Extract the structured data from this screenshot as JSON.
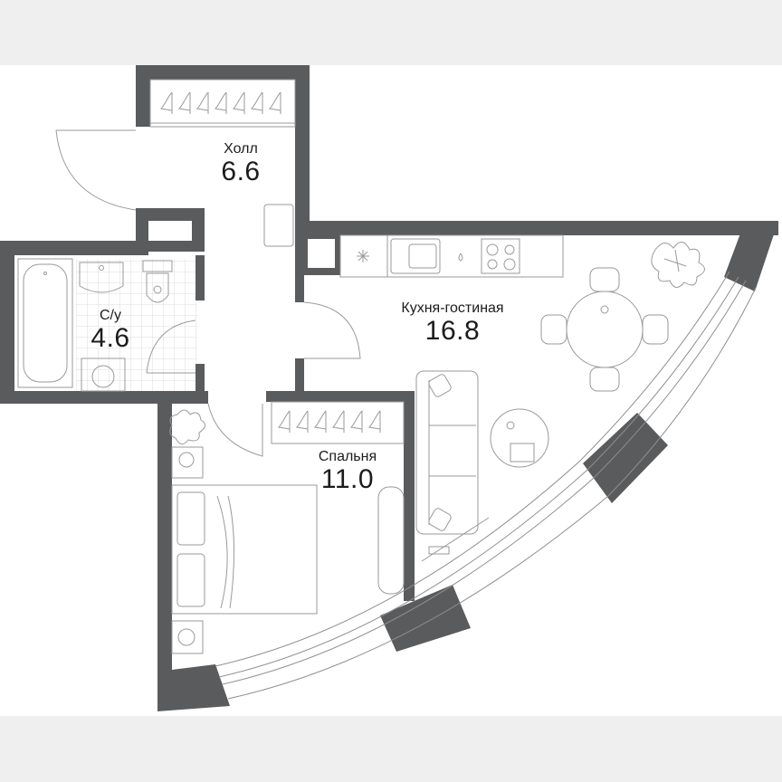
{
  "plan": {
    "background_color": "#efefef",
    "canvas_color": "#ffffff",
    "wall_color": "#5a5b5d",
    "line_color": "#9a9a9a",
    "text_color": "#1c1c1c"
  },
  "rooms": [
    {
      "id": "hall",
      "name": "Холл",
      "area": "6.6"
    },
    {
      "id": "bathroom",
      "name": "С/у",
      "area": "4.6"
    },
    {
      "id": "kitchen-living",
      "name": "Кухня-гостиная",
      "area": "16.8"
    },
    {
      "id": "bedroom",
      "name": "Спальня",
      "area": "11.0"
    }
  ],
  "icons": {
    "wardrobe": "hanger-icon",
    "bathtub": "bathtub-icon",
    "sink": "sink-icon",
    "toilet": "toilet-icon",
    "washer": "washing-machine-icon",
    "stove": "cooktop-icon",
    "dining": "dining-table-icon",
    "sofa": "sofa-icon",
    "bed": "bed-icon",
    "plant": "plant-icon",
    "coffee_table": "coffee-table-icon"
  }
}
